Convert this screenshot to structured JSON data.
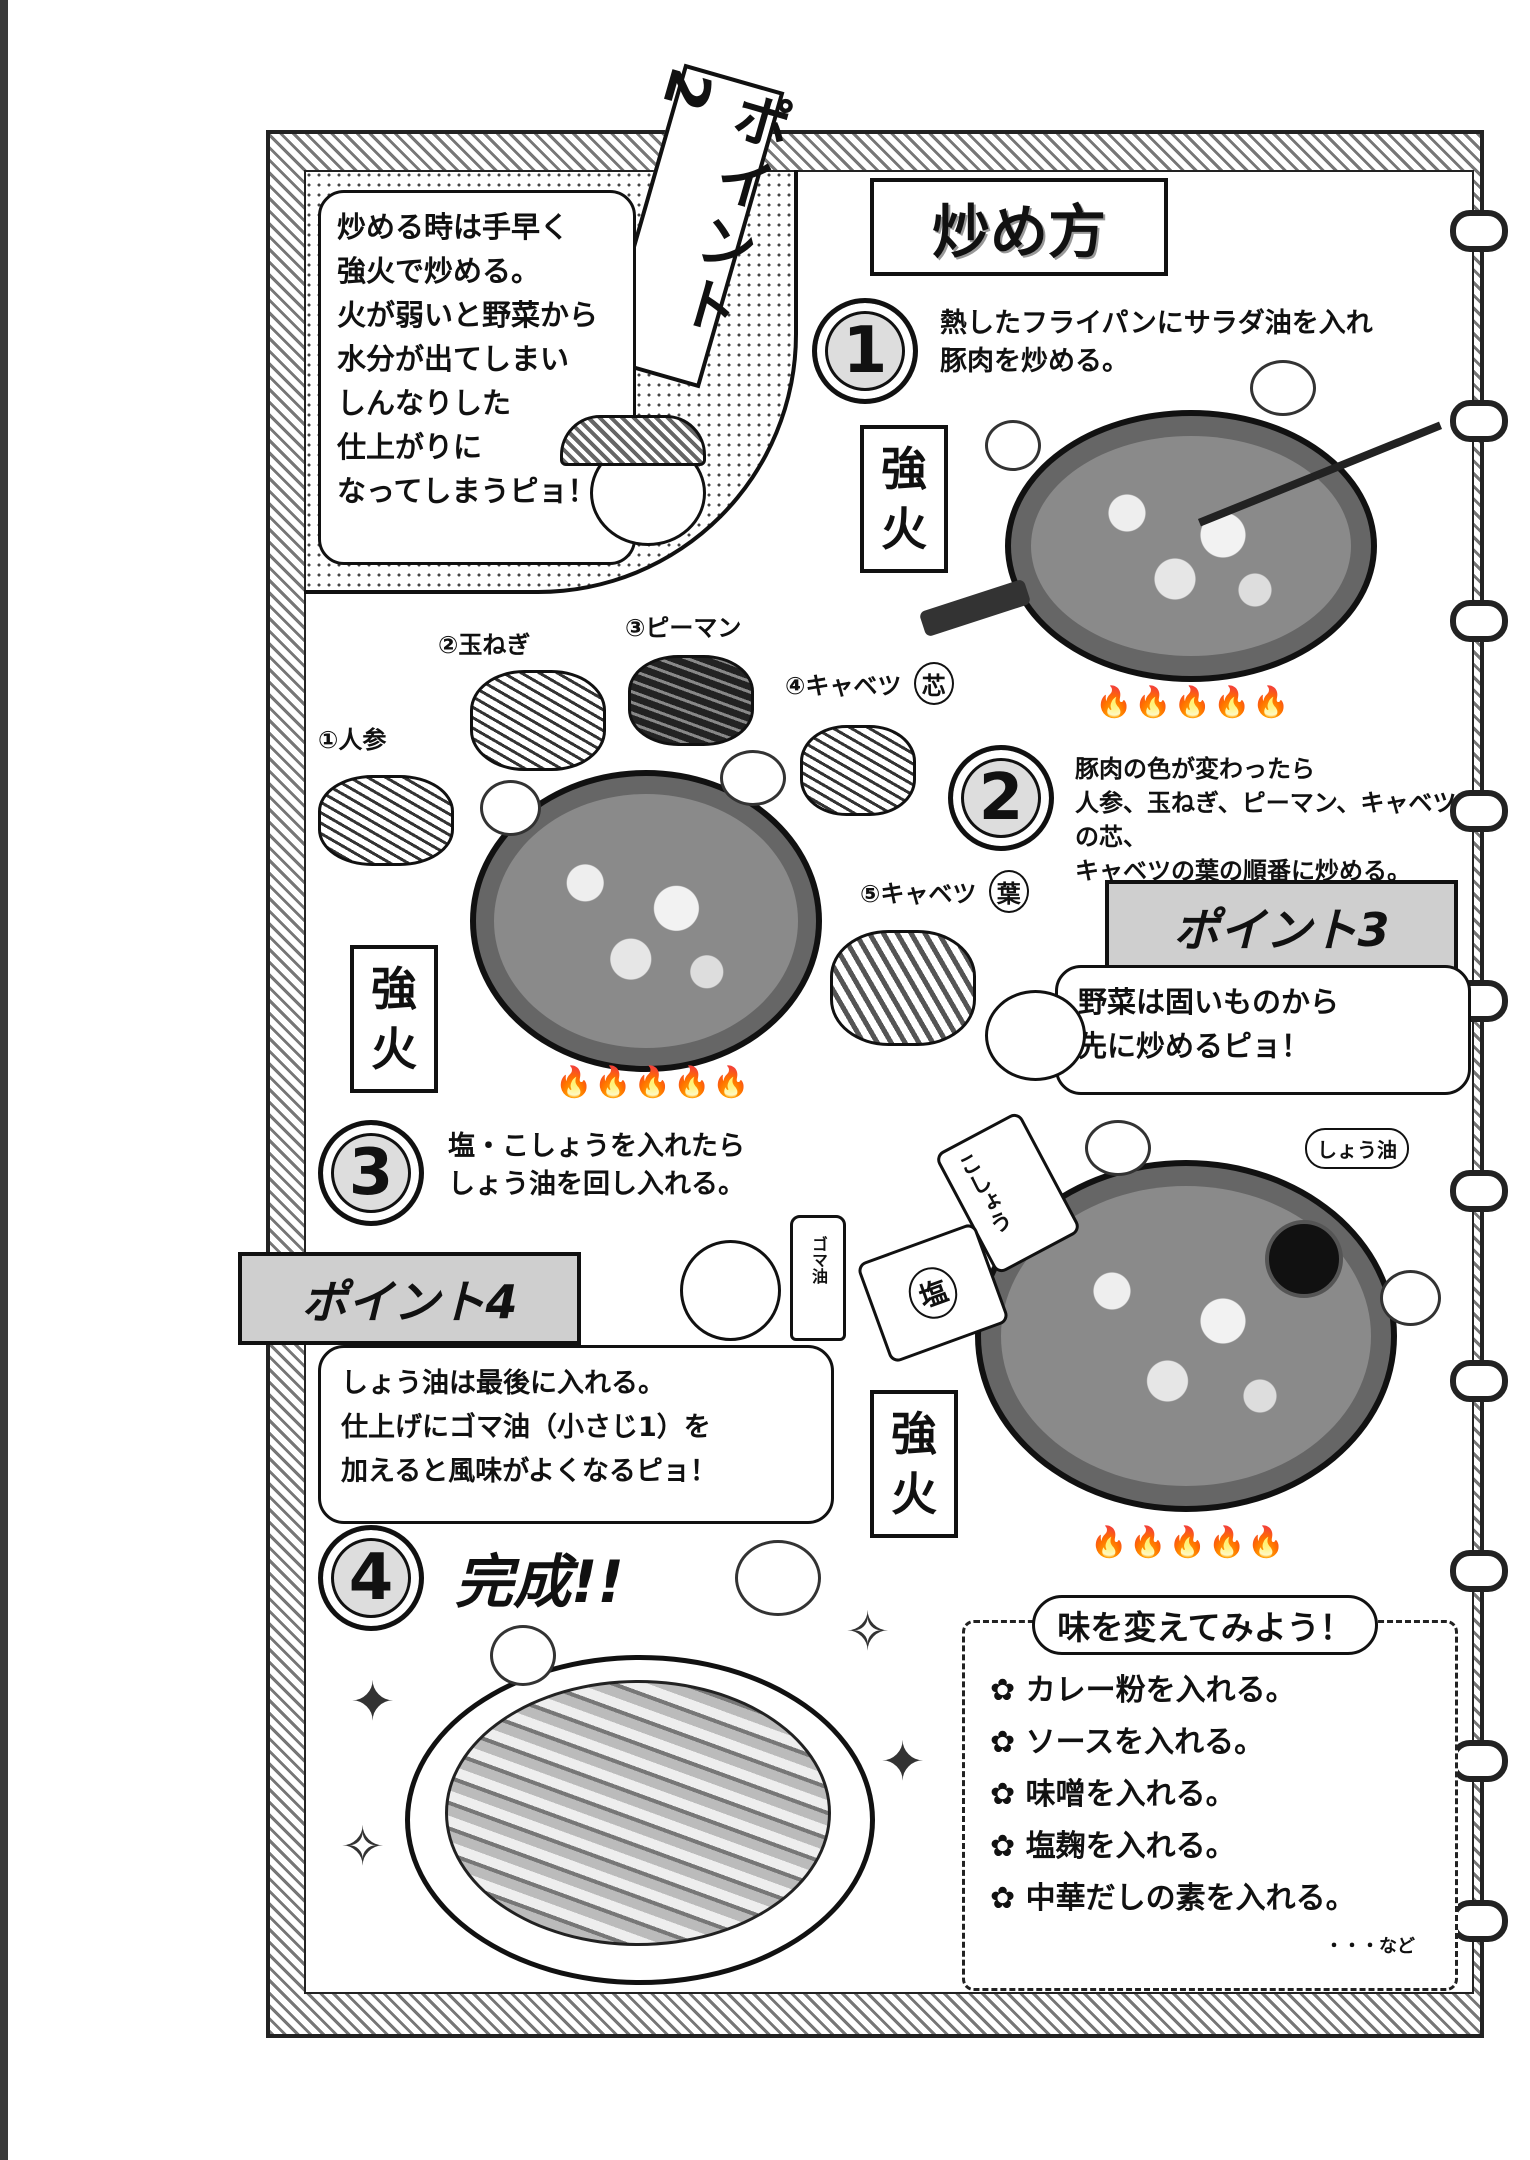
{
  "title": "炒め方",
  "point2": {
    "banner": "ポイント2",
    "text": [
      "炒める時は手早く",
      "強火で炒める。",
      "火が弱いと野菜から",
      "水分が出てしまい",
      "しんなりした",
      "仕上がりに",
      "なってしまうピョ！"
    ]
  },
  "steps": [
    {
      "num": "1",
      "lines": [
        "熱したフライパンにサラダ油を入れ",
        "豚肉を炒める。"
      ]
    },
    {
      "num": "2",
      "lines": [
        "豚肉の色が変わったら",
        "人参、玉ねぎ、ピーマン、キャベツの芯、",
        "キャベツの葉の順番に炒める。"
      ]
    },
    {
      "num": "3",
      "lines": [
        "塩・こしょうを入れたら",
        "しょう油を回し入れる。"
      ]
    },
    {
      "num": "4",
      "lines": [
        "完成!!"
      ]
    }
  ],
  "heat_label": [
    "強",
    "火"
  ],
  "vegetables": [
    {
      "num": "①",
      "name": "人参"
    },
    {
      "num": "②",
      "name": "玉ねぎ"
    },
    {
      "num": "③",
      "name": "ピーマン"
    },
    {
      "num": "④",
      "name": "キャベツ",
      "part": "芯"
    },
    {
      "num": "⑤",
      "name": "キャベツ",
      "part": "葉"
    }
  ],
  "point3": {
    "banner": "ポイント3",
    "text": [
      "野菜は固いものから",
      "先に炒めるピョ！"
    ]
  },
  "point4": {
    "banner": "ポイント4",
    "text": [
      "しょう油は最後に入れる。",
      "仕上げにゴマ油（小さじ1）を",
      "加えると風味がよくなるピョ！"
    ]
  },
  "seasonings": {
    "pepper": "こしょう",
    "salt": "塩",
    "soy": "しょう油",
    "bottle": "ゴマ油"
  },
  "variations": {
    "title": "味を変えてみよう！",
    "items": [
      "カレー粉を入れる。",
      "ソースを入れる。",
      "味噌を入れる。",
      "塩麹を入れる。",
      "中華だしの素を入れる。"
    ],
    "etc": "・・・など"
  },
  "flames": "🔥🔥🔥🔥🔥",
  "bullet": "✿"
}
